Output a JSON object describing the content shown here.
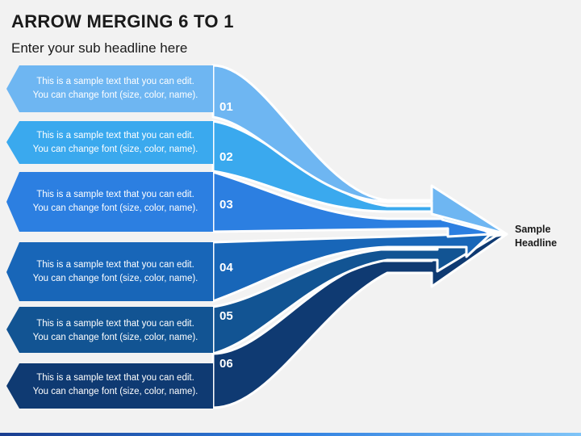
{
  "header": {
    "title": "ARROW MERGING 6 TO 1",
    "subtitle": "Enter your sub headline here"
  },
  "items": [
    {
      "number": "01",
      "line1": "This is a sample text that you can edit.",
      "line2": "You can change font (size, color, name).",
      "color": "#6eb6f2"
    },
    {
      "number": "02",
      "line1": "This is a sample text that you can edit.",
      "line2": "You can change font (size, color, name).",
      "color": "#3aa9ee"
    },
    {
      "number": "03",
      "line1": "This is a sample text that you can edit.",
      "line2": "You can change font (size, color, name).",
      "color": "#2c7fe1"
    },
    {
      "number": "04",
      "line1": "This is a sample text that you can edit.",
      "line2": "You can change font (size, color, name).",
      "color": "#1866b8"
    },
    {
      "number": "05",
      "line1": "This is a sample text that you can edit.",
      "line2": "You can change font (size, color, name).",
      "color": "#125493"
    },
    {
      "number": "06",
      "line1": "This is a sample text that you can edit.",
      "line2": "You can change font (size, color, name).",
      "color": "#0f3a72"
    }
  ],
  "target": {
    "line1": "Sample",
    "line2": "Headline"
  }
}
